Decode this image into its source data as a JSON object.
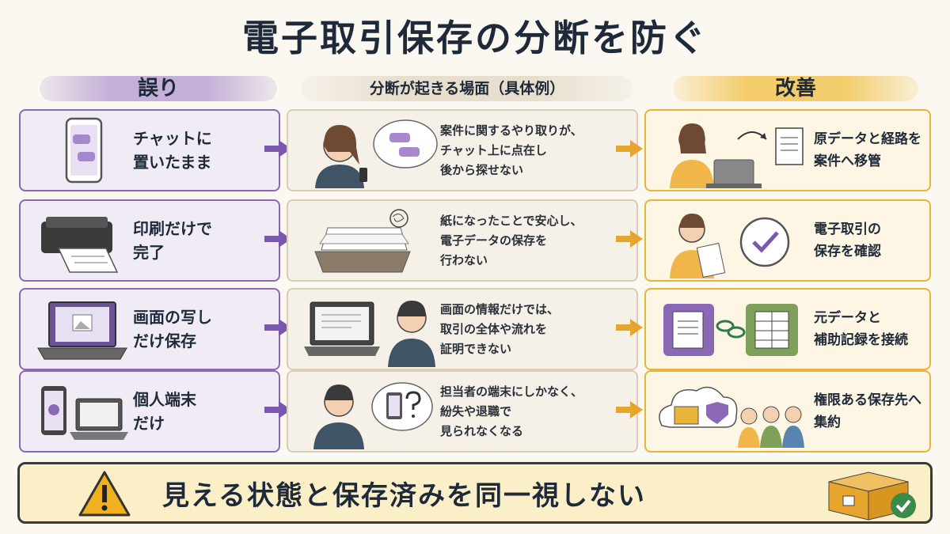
{
  "title": "電子取引保存の分断を防ぐ",
  "headers": {
    "wrong": "誤り",
    "scene": "分断が起きる場面（具体例）",
    "fix": "改善"
  },
  "rows": [
    {
      "wrong": "チャットに\n置いたまま",
      "scene": "案件に関するやり取りが、\nチャット上に点在し\n後から探せない",
      "fix": "原データと経路を\n案件へ移管"
    },
    {
      "wrong": "印刷だけで\n完了",
      "scene": "紙になったことで安心し、\n電子データの保存を\n行わない",
      "fix": "電子取引の\n保存を確認"
    },
    {
      "wrong": "画面の写し\nだけ保存",
      "scene": "画面の情報だけでは、\n取引の全体や流れを\n証明できない",
      "fix": "元データと\n補助記録を接続"
    },
    {
      "wrong": "個人端末\nだけ",
      "scene": "担当者の端末にしかなく、\n紛失や退職で\n見られなくなる",
      "fix": "権限ある保存先へ\n集約"
    }
  ],
  "banner": "見える状態と保存済みを同一視しない",
  "colors": {
    "purple": "#8a68b6",
    "orange": "#e8a52e",
    "beige": "#d9cdb8",
    "banner_bg": "#fbefc8"
  }
}
